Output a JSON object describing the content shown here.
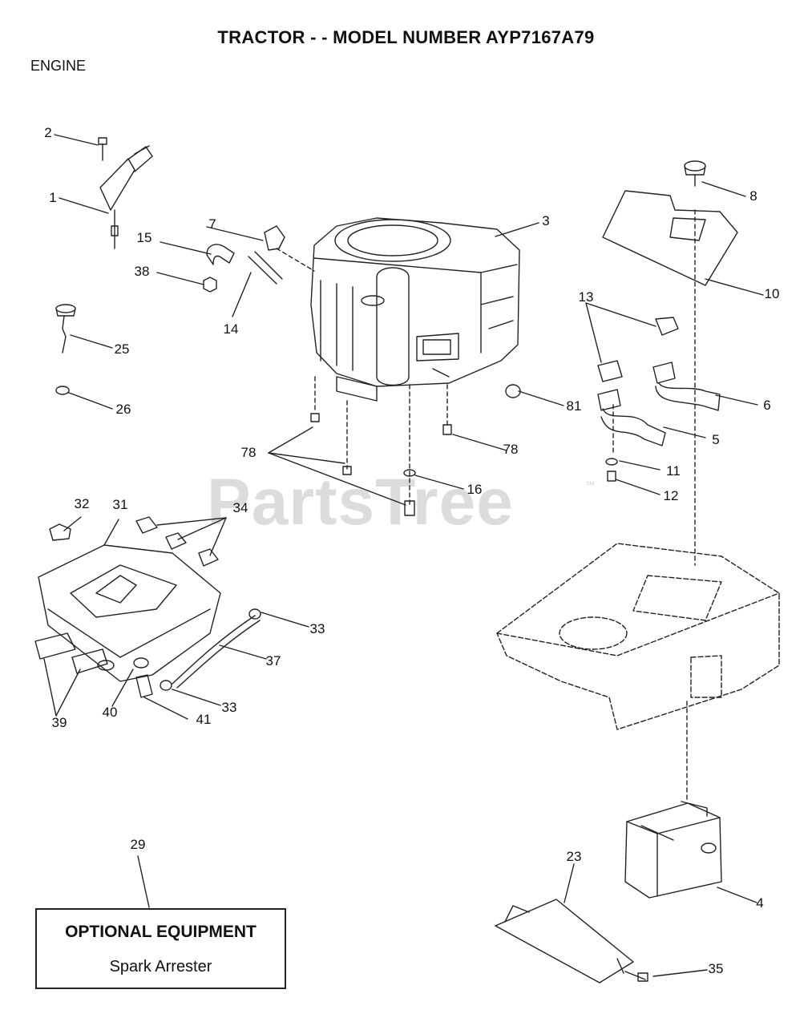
{
  "title": "TRACTOR - - MODEL NUMBER AYP7167A79",
  "section": "ENGINE",
  "watermark": "PartsTree",
  "watermark_tm": "™",
  "optional_box": {
    "title": "OPTIONAL EQUIPMENT",
    "subtitle": "Spark Arrester"
  },
  "callouts": [
    "1",
    "2",
    "3",
    "4",
    "5",
    "6",
    "7",
    "8",
    "10",
    "11",
    "12",
    "13",
    "14",
    "15",
    "16",
    "23",
    "25",
    "26",
    "29",
    "31",
    "32",
    "33",
    "33",
    "34",
    "35",
    "37",
    "38",
    "39",
    "40",
    "41",
    "78",
    "78",
    "81"
  ]
}
